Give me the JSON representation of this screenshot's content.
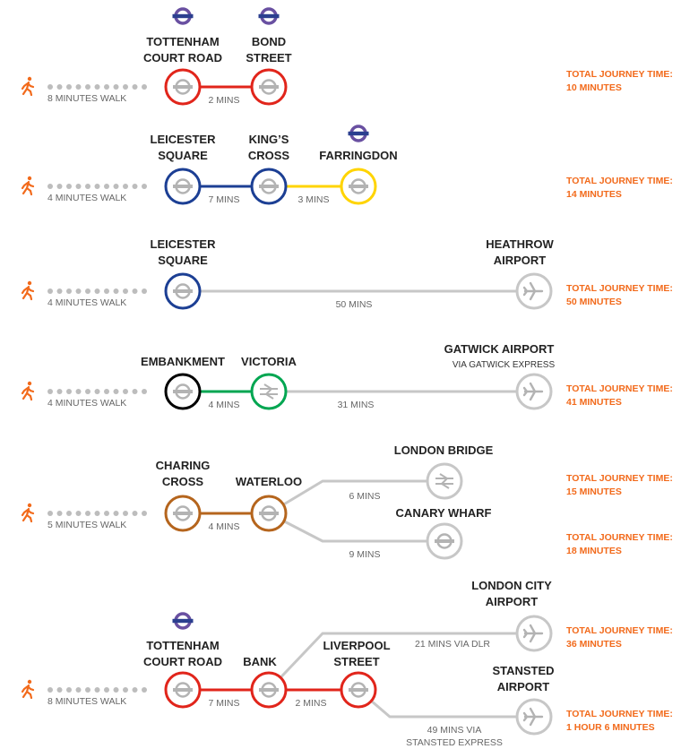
{
  "colors": {
    "walker": "#f26a1b",
    "total_time": "#f26a1b",
    "dots": "#bdbdbd",
    "northern": "#e1251b",
    "piccadilly": "#1c3f94",
    "circle": "#ffd400",
    "district_bakerloo_embankment": "#000000",
    "victoria": "#00a651",
    "waterloo_bakerloo": "#b5651d",
    "rail": "#c7c7c7",
    "elizabeth": "#6950a1"
  },
  "icons": {
    "walk": "walking-person-icon",
    "underground": "underground-roundel-icon",
    "rail": "national-rail-icon",
    "airport": "airplane-icon",
    "elizabeth": "elizabeth-line-roundel-icon"
  },
  "routes": [
    {
      "walk": "8 MINUTES WALK",
      "stations": [
        {
          "name": [
            "TOTTENHAM",
            "COURT ROAD"
          ],
          "elizabeth": true
        },
        {
          "name": [
            "BOND",
            "STREET"
          ],
          "elizabeth": true
        }
      ],
      "segments": [
        "2 MINS"
      ],
      "totals": [
        {
          "label": "TOTAL JOURNEY TIME:",
          "time": "10 MINUTES"
        }
      ]
    },
    {
      "walk": "4 MINUTES WALK",
      "stations": [
        {
          "name": [
            "LEICESTER",
            "SQUARE"
          ]
        },
        {
          "name": [
            "KING’S",
            "CROSS"
          ]
        },
        {
          "name": [
            "FARRINGDON"
          ],
          "elizabeth": true
        }
      ],
      "segments": [
        "7 MINS",
        "3 MINS"
      ],
      "totals": [
        {
          "label": "TOTAL JOURNEY TIME:",
          "time": "14 MINUTES"
        }
      ]
    },
    {
      "walk": "4 MINUTES WALK",
      "stations": [
        {
          "name": [
            "LEICESTER",
            "SQUARE"
          ]
        },
        {
          "name": [
            "HEATHROW",
            "AIRPORT"
          ]
        }
      ],
      "segments": [
        "50 MINS"
      ],
      "totals": [
        {
          "label": "TOTAL JOURNEY TIME:",
          "time": "50 MINUTES"
        }
      ]
    },
    {
      "walk": "4 MINUTES WALK",
      "stations": [
        {
          "name": [
            "EMBANKMENT"
          ]
        },
        {
          "name": [
            "VICTORIA"
          ]
        },
        {
          "name": [
            "GATWICK AIRPORT"
          ],
          "sub": "VIA GATWICK EXPRESS"
        }
      ],
      "segments": [
        "4 MINS",
        "31 MINS"
      ],
      "totals": [
        {
          "label": "TOTAL JOURNEY TIME:",
          "time": "41 MINUTES"
        }
      ]
    },
    {
      "walk": "5 MINUTES WALK",
      "stations": [
        {
          "name": [
            "CHARING",
            "CROSS"
          ]
        },
        {
          "name": [
            "WATERLOO"
          ]
        },
        {
          "name": [
            "LONDON BRIDGE"
          ]
        },
        {
          "name": [
            "CANARY WHARF"
          ]
        }
      ],
      "segments": [
        "4 MINS",
        "6 MINS",
        "9 MINS"
      ],
      "totals": [
        {
          "label": "TOTAL JOURNEY TIME:",
          "time": "15 MINUTES"
        },
        {
          "label": "TOTAL JOURNEY TIME:",
          "time": "18 MINUTES"
        }
      ]
    },
    {
      "walk": "8 MINUTES WALK",
      "stations": [
        {
          "name": [
            "TOTTENHAM",
            "COURT ROAD"
          ],
          "elizabeth": true
        },
        {
          "name": [
            "BANK"
          ]
        },
        {
          "name": [
            "LIVERPOOL",
            "STREET"
          ]
        },
        {
          "name": [
            "LONDON CITY",
            "AIRPORT"
          ]
        },
        {
          "name": [
            "STANSTED",
            "AIRPORT"
          ]
        }
      ],
      "segments": [
        "7 MINS",
        "2 MINS",
        "21 MINS VIA DLR",
        [
          "49 MINS VIA",
          "STANSTED EXPRESS"
        ]
      ],
      "totals": [
        {
          "label": "TOTAL JOURNEY TIME:",
          "time": "36 MINUTES"
        },
        {
          "label": "TOTAL JOURNEY TIME:",
          "time": "1 HOUR 6 MINUTES"
        }
      ]
    }
  ]
}
